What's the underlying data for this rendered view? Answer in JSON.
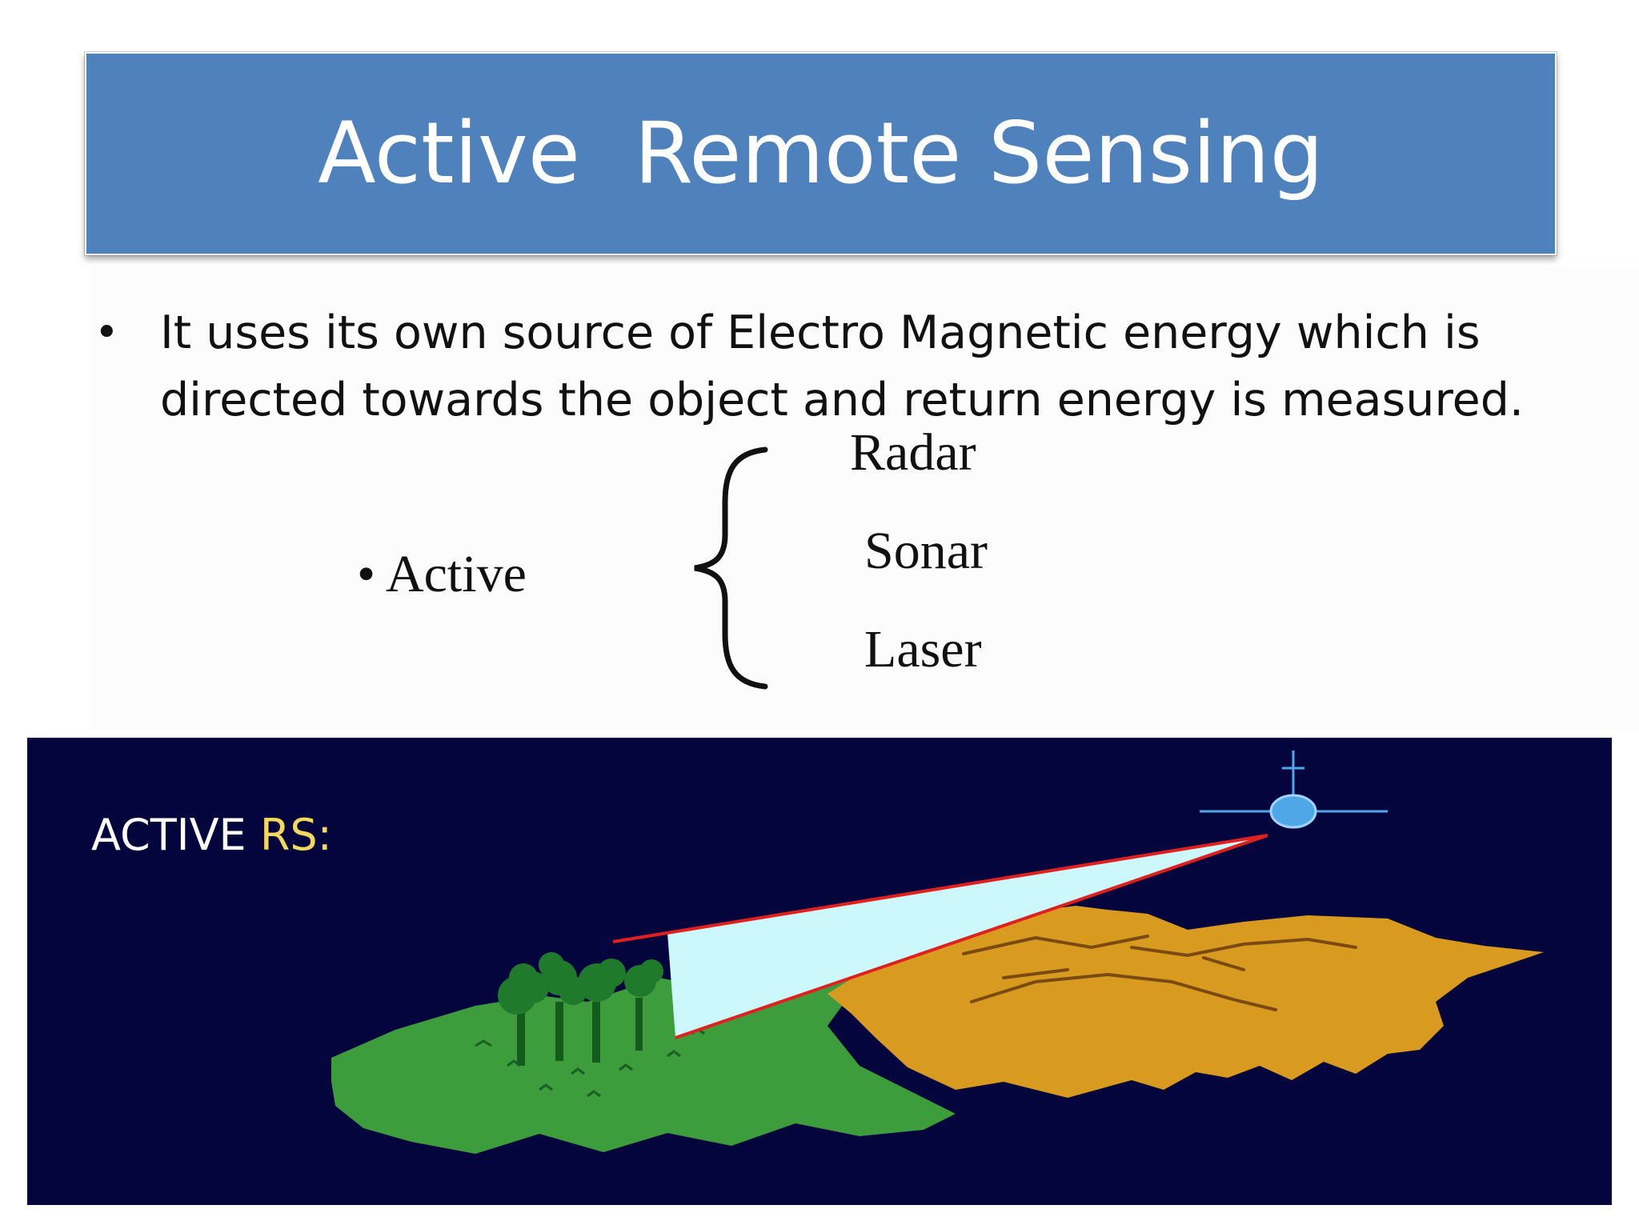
{
  "slide": {
    "title": "Active  Remote Sensing",
    "bullet": {
      "marker": "•",
      "text": "It uses its own source of Electro Magnetic energy which is directed towards the object and return energy is measured."
    },
    "classification": {
      "label": "• Active",
      "items": [
        "Radar",
        "Sonar",
        "Laser"
      ]
    },
    "illustration": {
      "caption_part1": "ACTIVE ",
      "caption_part2": "RS:",
      "colors": {
        "background": "#05053d",
        "beam": "#ccf7fb",
        "beam_edge": "#e0201e",
        "vegetation": "#3d9c3c",
        "terrain": "#d89b20",
        "sensor": "#4fa7e8",
        "caption": "#ffffff",
        "caption_accent": "#f2d95c"
      }
    }
  }
}
